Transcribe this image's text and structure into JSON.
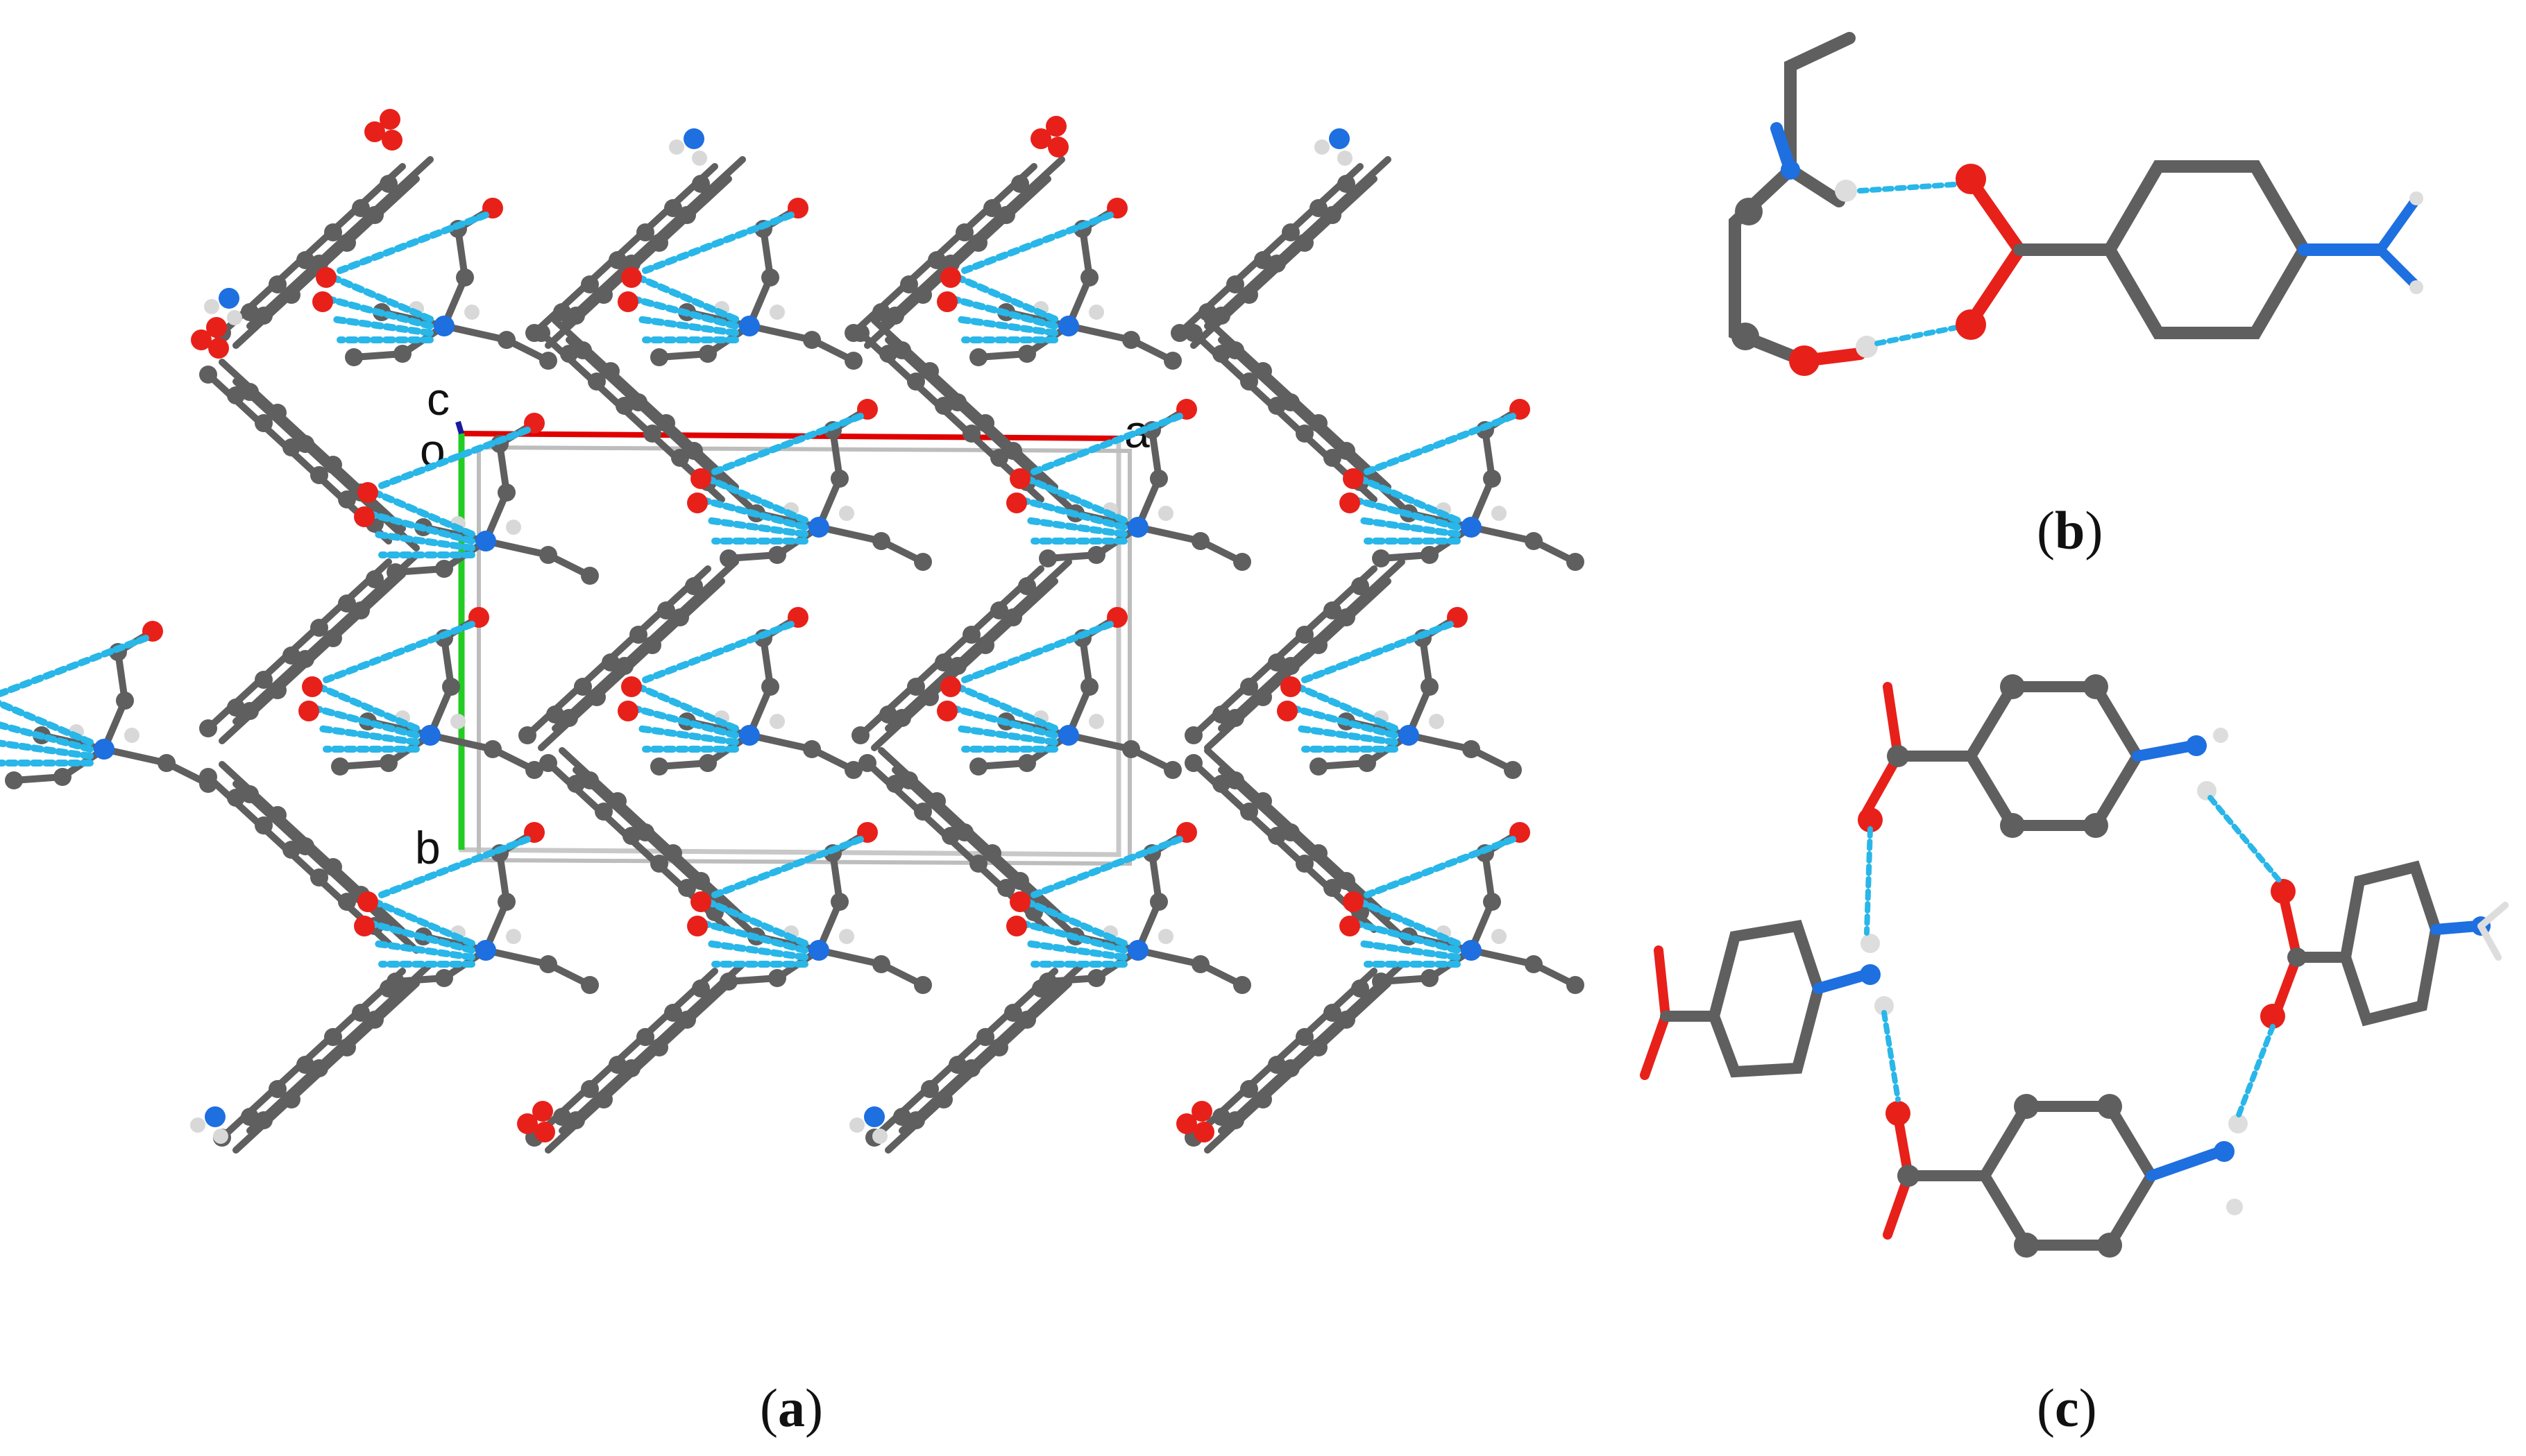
{
  "panels": {
    "a": {
      "caption_open": "(",
      "caption_letter": "a",
      "caption_close": ")"
    },
    "b": {
      "caption_open": "(",
      "caption_letter": "b",
      "caption_close": ")"
    },
    "c": {
      "caption_open": "(",
      "caption_letter": "c",
      "caption_close": ")"
    }
  },
  "axes": {
    "origin": "o",
    "a": "a",
    "b": "b",
    "c": "c"
  },
  "colors": {
    "carbon": "#5f5f5f",
    "oxygen": "#e8201a",
    "nitrogen": "#1e6fe0",
    "hydrogen": "#d8d8d8",
    "hydrogen_bond": "#29b6e8",
    "axis_a": "#e00000",
    "axis_b": "#22cc22",
    "cell": "#b8b8b8"
  }
}
